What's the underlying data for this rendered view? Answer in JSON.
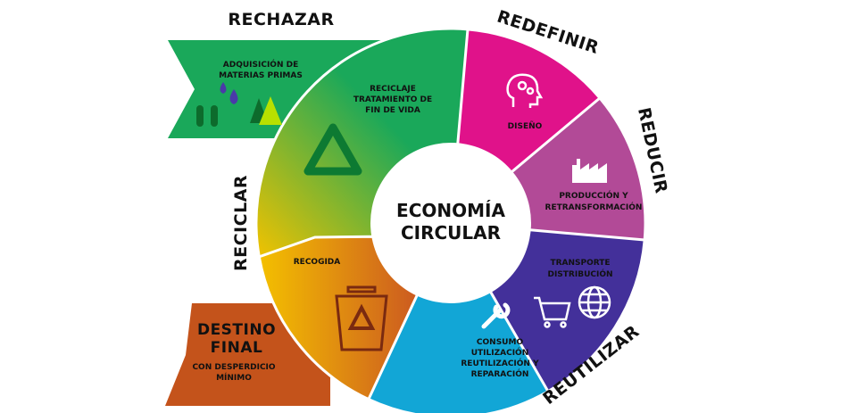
{
  "center": {
    "line1": "ECONOMÍA",
    "line2": "CIRCULAR"
  },
  "outer_labels": {
    "rechazar": "RECHAZAR",
    "redefinir": "REDEFINIR",
    "reducir": "REDUCIR",
    "reutilizar": "REUTILIZAR",
    "reciclar": "RECICLAR"
  },
  "banner_top": {
    "line1": "ADQUISICIÓN DE",
    "line2": "MATERIAS PRIMAS"
  },
  "banner_bottom": {
    "title1": "DESTINO",
    "title2": "FINAL",
    "sub1": "CON DESPERDICIO",
    "sub2": "MÍNIMO"
  },
  "segments": {
    "reciclaje": {
      "line1": "RECICLAJE",
      "line2": "TRATAMIENTO DE",
      "line3": "FIN DE VIDA",
      "icon": "recycle-icon"
    },
    "diseno": {
      "line1": "DISEÑO",
      "icon": "head-gears-icon"
    },
    "produccion": {
      "line1": "PRODUCCIÓN Y",
      "line2": "RETRANSFORMACIÓN",
      "icon": "factory-icon"
    },
    "transporte": {
      "line1": "TRANSPORTE",
      "line2": "DISTRIBUCIÓN",
      "icon": "cart-globe-icon"
    },
    "consumo": {
      "line1": "CONSUMO",
      "line2": "UTILIZACIÓN",
      "line3": "REUTILIZACIÓN Y",
      "line4": "REPARACIÓN",
      "icon": "wrench-icon"
    },
    "recogida": {
      "line1": "RECOGIDA",
      "icon": "recycle-bin-icon"
    }
  },
  "colors": {
    "green": "#1aa85a",
    "magenta": "#e0128a",
    "plum": "#b24a97",
    "indigo": "#43309a",
    "cyan": "#12a6d6",
    "orange": "#c4531b",
    "yellow": "#f2c200"
  }
}
